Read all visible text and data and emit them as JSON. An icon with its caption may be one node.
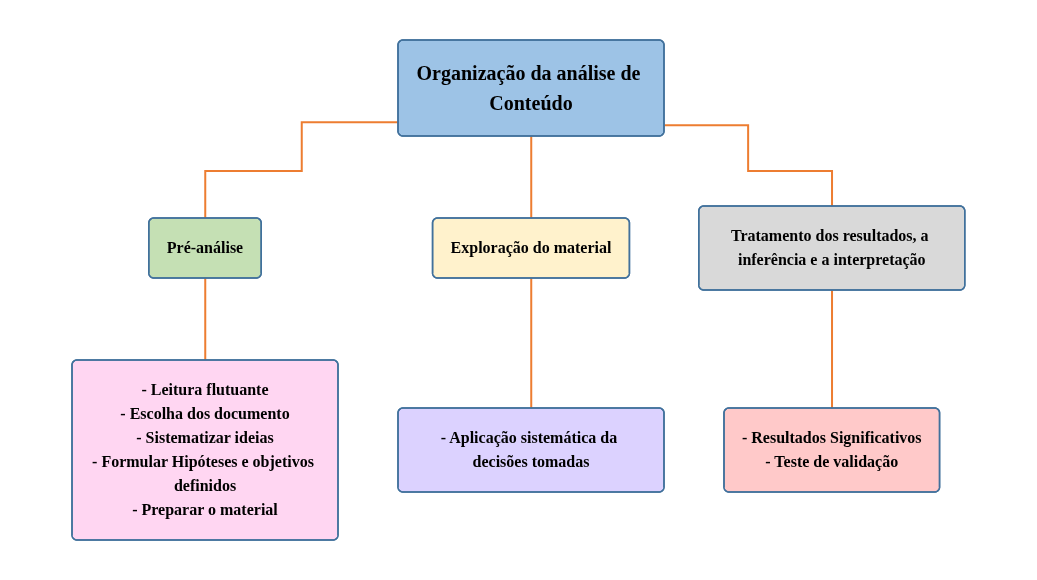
{
  "diagram": {
    "nodes": [
      {
        "text": [
          "Organização da análise de Conteúdo"
        ]
      },
      {
        "text": [
          "Pré-análise"
        ]
      },
      {
        "text": [
          "Exploração do material"
        ]
      },
      {
        "text": [
          "Tratamento dos resultados, a inferência e a interpretação"
        ]
      },
      {
        "text": [
          "- Leitura flutuante",
          "- Escolha dos documento",
          "- Sistematizar ideias",
          "- Formular Hipóteses e objetivos definidos",
          "- Preparar o material"
        ]
      },
      {
        "text": [
          "- Aplicação sistemática da decisões tomadas"
        ]
      },
      {
        "text": [
          "- Resultados Significativos",
          "- Teste de validação"
        ]
      }
    ],
    "edges": [
      {
        "from": 0,
        "to": 1,
        "arrow": "none"
      },
      {
        "from": 0,
        "to": 2,
        "arrow": "none"
      },
      {
        "from": 0,
        "to": 3,
        "arrow": "none"
      },
      {
        "from": 1,
        "to": 4,
        "arrow": "none"
      },
      {
        "from": 2,
        "to": 5,
        "arrow": "none"
      },
      {
        "from": 3,
        "to": 6,
        "arrow": "none"
      }
    ]
  }
}
